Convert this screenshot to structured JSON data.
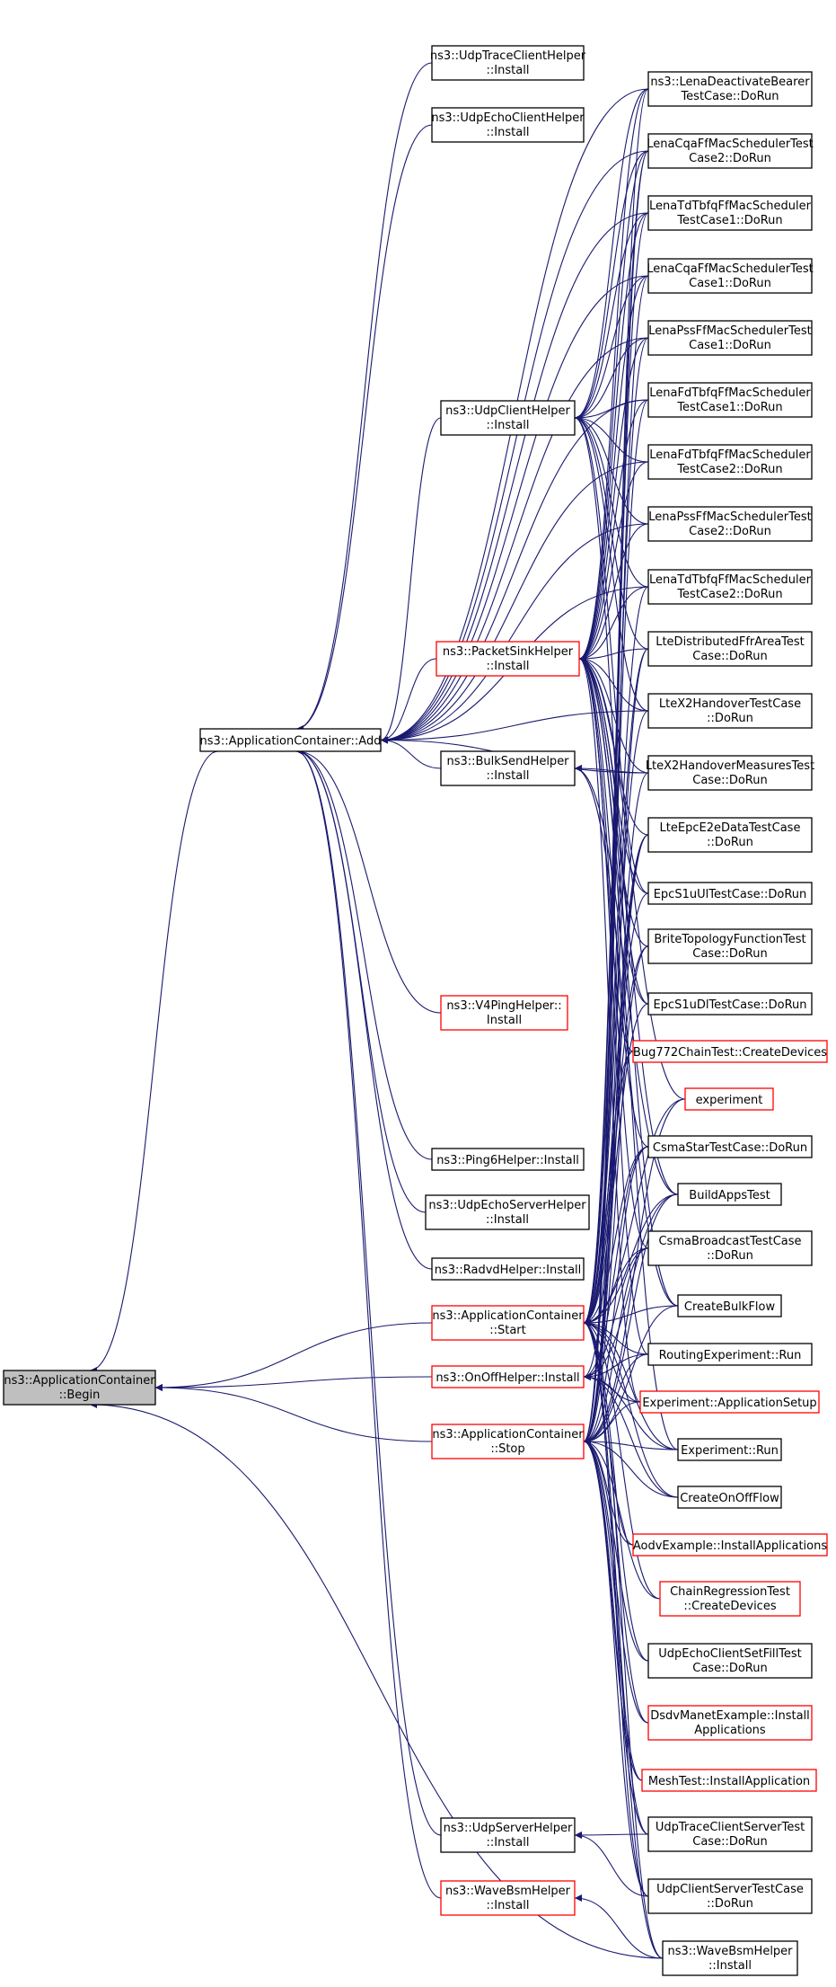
{
  "colors": {
    "edge": "#191970",
    "node_border": "#000000",
    "node_border_red": "#ff0000",
    "root_fill": "#bfbfbf",
    "node_fill": "#ffffff"
  },
  "nodes": {
    "begin": {
      "lines": [
        "ns3::ApplicationContainer",
        "::Begin"
      ],
      "style": "root"
    },
    "add": {
      "lines": [
        "ns3::ApplicationContainer::Add"
      ],
      "style": "normal"
    },
    "start": {
      "lines": [
        "ns3::ApplicationContainer",
        "::Start"
      ],
      "style": "red"
    },
    "onoff": {
      "lines": [
        "ns3::OnOffHelper::Install"
      ],
      "style": "red"
    },
    "stop": {
      "lines": [
        "ns3::ApplicationContainer",
        "::Stop"
      ],
      "style": "red"
    },
    "udptrace": {
      "lines": [
        "ns3::UdpTraceClientHelper",
        "::Install"
      ],
      "style": "normal"
    },
    "udpechoclient": {
      "lines": [
        "ns3::UdpEchoClientHelper",
        "::Install"
      ],
      "style": "normal"
    },
    "udpclient": {
      "lines": [
        "ns3::UdpClientHelper",
        "::Install"
      ],
      "style": "normal"
    },
    "packetsink": {
      "lines": [
        "ns3::PacketSinkHelper",
        "::Install"
      ],
      "style": "red"
    },
    "bulksend": {
      "lines": [
        "ns3::BulkSendHelper",
        "::Install"
      ],
      "style": "normal"
    },
    "v4ping": {
      "lines": [
        "ns3::V4PingHelper::",
        "Install"
      ],
      "style": "red"
    },
    "ping6": {
      "lines": [
        "ns3::Ping6Helper::Install"
      ],
      "style": "normal"
    },
    "udpechoserver": {
      "lines": [
        "ns3::UdpEchoServerHelper",
        "::Install"
      ],
      "style": "normal"
    },
    "radvd": {
      "lines": [
        "ns3::RadvdHelper::Install"
      ],
      "style": "normal"
    },
    "udpserver": {
      "lines": [
        "ns3::UdpServerHelper",
        "::Install"
      ],
      "style": "normal"
    },
    "wavebsm": {
      "lines": [
        "ns3::WaveBsmHelper",
        "::Install"
      ],
      "style": "red"
    },
    "r_lenadeact": {
      "lines": [
        "ns3::LenaDeactivateBearer",
        "TestCase::DoRun"
      ],
      "style": "normal"
    },
    "r_cqa2": {
      "lines": [
        "LenaCqaFfMacSchedulerTest",
        "Case2::DoRun"
      ],
      "style": "normal"
    },
    "r_tdtbfq1": {
      "lines": [
        "LenaTdTbfqFfMacScheduler",
        "TestCase1::DoRun"
      ],
      "style": "normal"
    },
    "r_cqa1": {
      "lines": [
        "LenaCqaFfMacSchedulerTest",
        "Case1::DoRun"
      ],
      "style": "normal"
    },
    "r_pss1": {
      "lines": [
        "LenaPssFfMacSchedulerTest",
        "Case1::DoRun"
      ],
      "style": "normal"
    },
    "r_fdtbfq1": {
      "lines": [
        "LenaFdTbfqFfMacScheduler",
        "TestCase1::DoRun"
      ],
      "style": "normal"
    },
    "r_fdtbfq2": {
      "lines": [
        "LenaFdTbfqFfMacScheduler",
        "TestCase2::DoRun"
      ],
      "style": "normal"
    },
    "r_pss2": {
      "lines": [
        "LenaPssFfMacSchedulerTest",
        "Case2::DoRun"
      ],
      "style": "normal"
    },
    "r_tdtbfq2": {
      "lines": [
        "LenaTdTbfqFfMacScheduler",
        "TestCase2::DoRun"
      ],
      "style": "normal"
    },
    "r_ltedist": {
      "lines": [
        "LteDistributedFfrAreaTest",
        "Case::DoRun"
      ],
      "style": "normal"
    },
    "r_ltex2ho": {
      "lines": [
        "LteX2HandoverTestCase",
        "::DoRun"
      ],
      "style": "normal"
    },
    "r_ltex2hom": {
      "lines": [
        "LteX2HandoverMeasuresTest",
        "Case::DoRun"
      ],
      "style": "normal"
    },
    "r_lteepc": {
      "lines": [
        "LteEpcE2eDataTestCase",
        "::DoRun"
      ],
      "style": "normal"
    },
    "r_epcs1ul": {
      "lines": [
        "EpcS1uUlTestCase::DoRun"
      ],
      "style": "normal"
    },
    "r_brite": {
      "lines": [
        "BriteTopologyFunctionTest",
        "Case::DoRun"
      ],
      "style": "normal"
    },
    "r_epcs1dl": {
      "lines": [
        "EpcS1uDlTestCase::DoRun"
      ],
      "style": "normal"
    },
    "r_bug772": {
      "lines": [
        "Bug772ChainTest::CreateDevices"
      ],
      "style": "red"
    },
    "r_experiment": {
      "lines": [
        "experiment"
      ],
      "style": "red"
    },
    "r_csmastar": {
      "lines": [
        "CsmaStarTestCase::DoRun"
      ],
      "style": "normal"
    },
    "r_buildapps": {
      "lines": [
        "BuildAppsTest"
      ],
      "style": "normal"
    },
    "r_csmabcast": {
      "lines": [
        "CsmaBroadcastTestCase",
        "::DoRun"
      ],
      "style": "normal"
    },
    "r_createbulk": {
      "lines": [
        "CreateBulkFlow"
      ],
      "style": "normal"
    },
    "r_routingexp": {
      "lines": [
        "RoutingExperiment::Run"
      ],
      "style": "normal"
    },
    "r_expappsetup": {
      "lines": [
        "Experiment::ApplicationSetup"
      ],
      "style": "red"
    },
    "r_exprun": {
      "lines": [
        "Experiment::Run"
      ],
      "style": "normal"
    },
    "r_createonoff": {
      "lines": [
        "CreateOnOffFlow"
      ],
      "style": "normal"
    },
    "r_aodv": {
      "lines": [
        "AodvExample::InstallApplications"
      ],
      "style": "red"
    },
    "r_chainreg": {
      "lines": [
        "ChainRegressionTest",
        "::CreateDevices"
      ],
      "style": "red"
    },
    "r_udpechofill": {
      "lines": [
        "UdpEchoClientSetFillTest",
        "Case::DoRun"
      ],
      "style": "normal"
    },
    "r_dsdv": {
      "lines": [
        "DsdvManetExample::Install",
        "Applications"
      ],
      "style": "red"
    },
    "r_mesh": {
      "lines": [
        "MeshTest::InstallApplication"
      ],
      "style": "red"
    },
    "r_udptracecs": {
      "lines": [
        "UdpTraceClientServerTest",
        "Case::DoRun"
      ],
      "style": "normal"
    },
    "r_udpcs": {
      "lines": [
        "UdpClientServerTestCase",
        "::DoRun"
      ],
      "style": "normal"
    },
    "r_wavebsm2": {
      "lines": [
        "ns3::WaveBsmHelper",
        "::Install"
      ],
      "style": "normal"
    }
  }
}
